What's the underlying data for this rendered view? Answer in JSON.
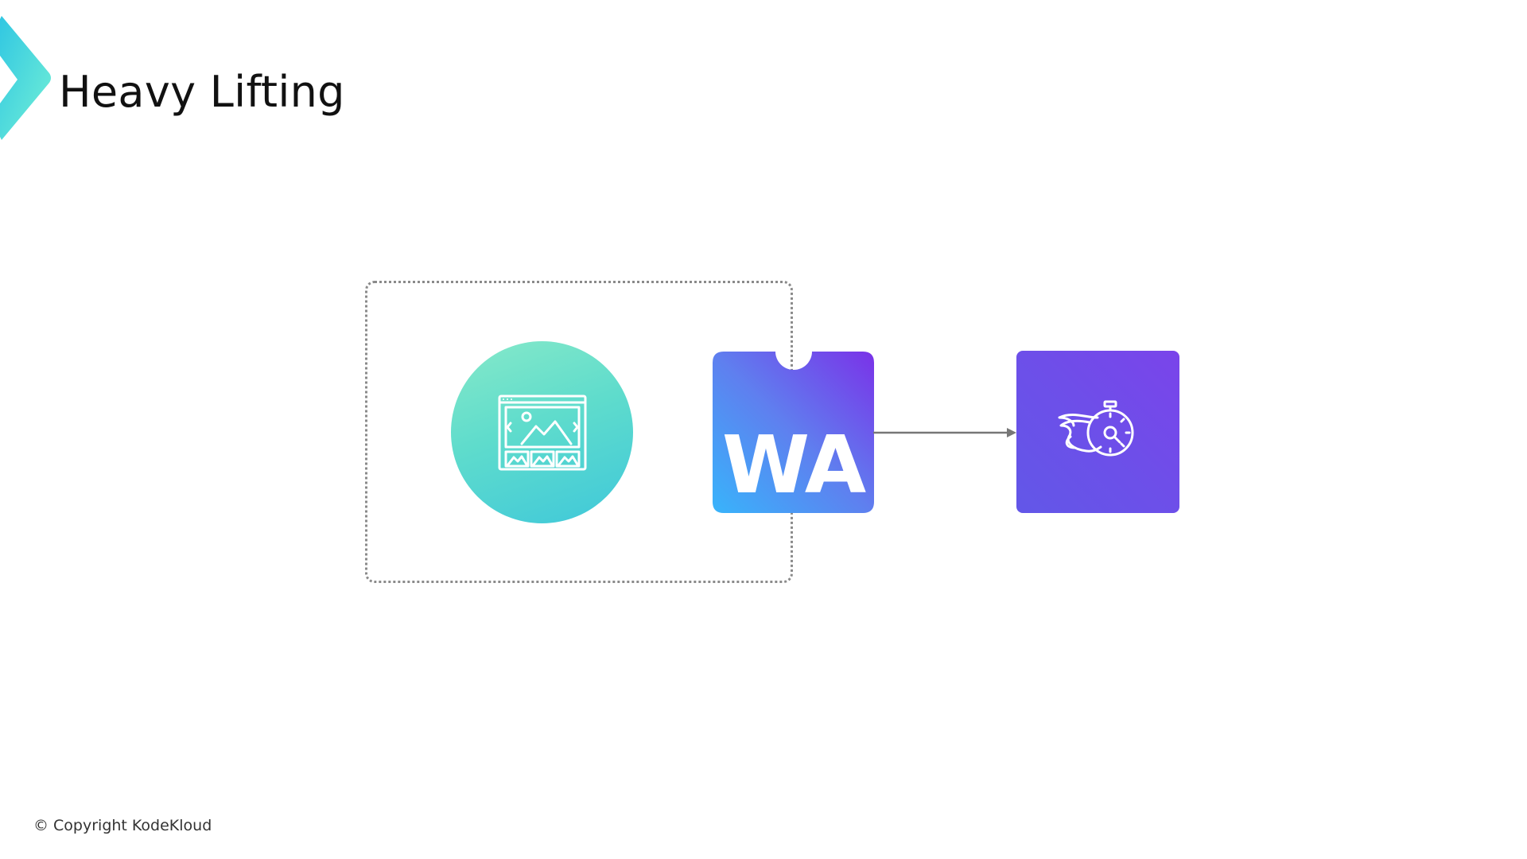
{
  "slide": {
    "title": "Heavy Lifting",
    "copyright": "© Copyright KodeKloud"
  },
  "diagram": {
    "wasm_logo_text": "WA",
    "icons": {
      "image": "image-gallery-icon",
      "wasm": "webassembly-logo-icon",
      "performance": "speed-stopwatch-icon",
      "brand": "kodekloud-chevron-icon"
    }
  },
  "colors": {
    "brand_teal": "#5fdccc",
    "wasm_gradient_start": "#38b4fb",
    "wasm_gradient_end": "#7a32e8",
    "speed_tile": "#6d4fe9",
    "frame_border": "#8a8a8a",
    "arrow": "#777777"
  }
}
